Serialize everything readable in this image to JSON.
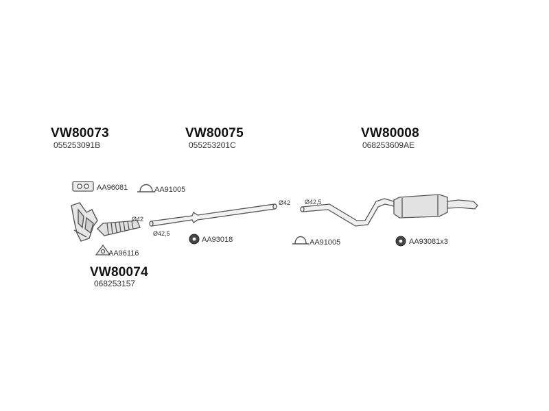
{
  "assemblies": [
    {
      "code": "VW80073",
      "oem": "055253091B"
    },
    {
      "code": "VW80075",
      "oem": "055253201C"
    },
    {
      "code": "VW80008",
      "oem": "068253609AE"
    },
    {
      "code": "VW80074",
      "oem": "068253157"
    }
  ],
  "fittings": [
    {
      "ref": "AA96081",
      "icon": "gasket-icon"
    },
    {
      "ref": "AA91005",
      "icon": "clamp-icon"
    },
    {
      "ref": "AA96116",
      "icon": "triangle-gasket-icon"
    },
    {
      "ref": "AA93018",
      "icon": "rubber-mount-icon"
    },
    {
      "ref": "AA91005",
      "icon": "clamp-icon"
    },
    {
      "ref": "AA93081x3",
      "icon": "rubber-mount-icon"
    }
  ],
  "diameters": [
    "Ø42",
    "Ø42,5",
    "Ø42",
    "Ø42,5"
  ],
  "colors": {
    "line": "#6b6b6b",
    "fill": "#e4e4e4",
    "dark": "#333333"
  }
}
